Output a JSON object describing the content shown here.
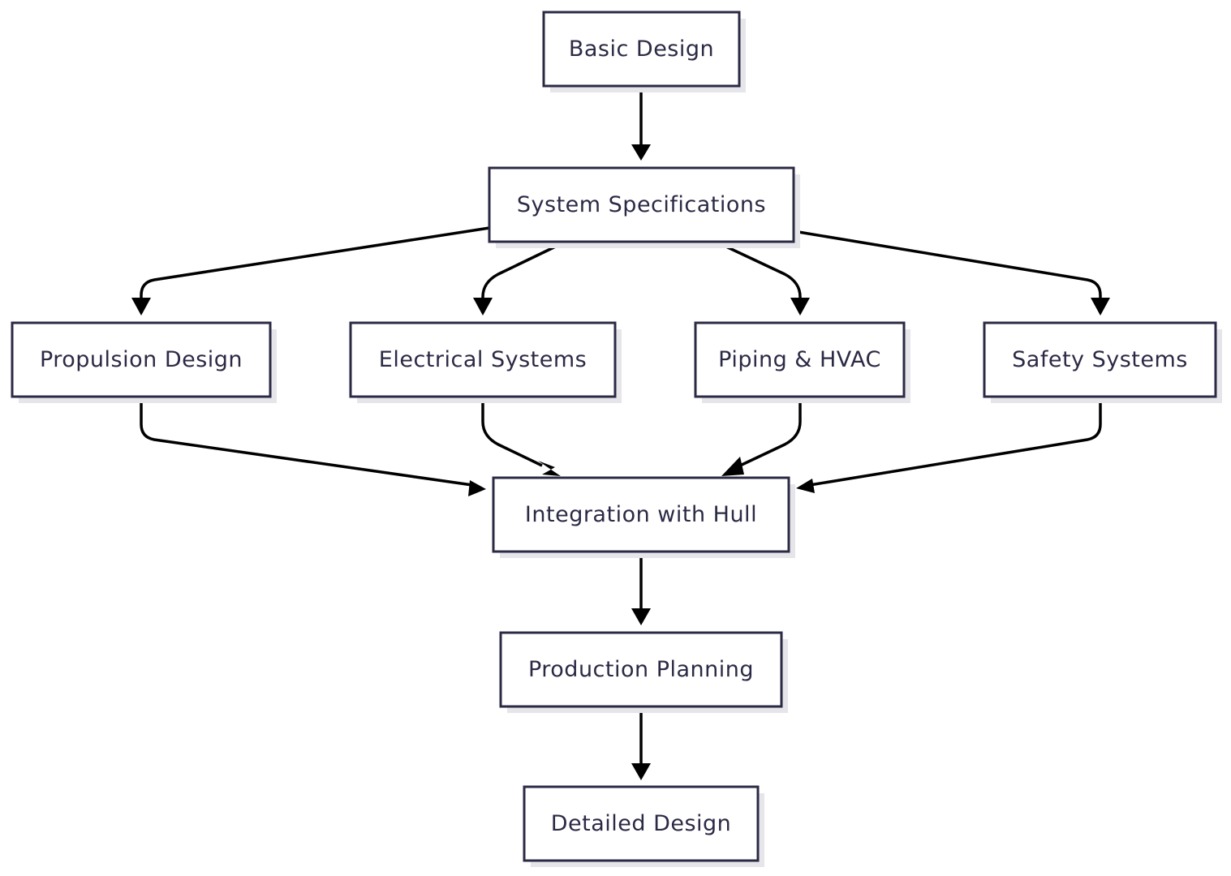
{
  "diagram": {
    "type": "flowchart",
    "colors": {
      "node_border": "#2b2a45",
      "node_text": "#2b2a45",
      "node_fill": "#ffffff",
      "shadow": "#e6e6ea",
      "edge": "#000000"
    },
    "nodes": [
      {
        "id": "basic",
        "label": "Basic Design"
      },
      {
        "id": "spec",
        "label": "System Specifications"
      },
      {
        "id": "prop",
        "label": "Propulsion Design"
      },
      {
        "id": "elec",
        "label": "Electrical Systems"
      },
      {
        "id": "pipe",
        "label": "Piping & HVAC"
      },
      {
        "id": "safe",
        "label": "Safety Systems"
      },
      {
        "id": "integ",
        "label": "Integration with Hull"
      },
      {
        "id": "prod",
        "label": "Production Planning"
      },
      {
        "id": "detail",
        "label": "Detailed Design"
      }
    ],
    "edges": [
      {
        "from": "basic",
        "to": "spec"
      },
      {
        "from": "spec",
        "to": "prop"
      },
      {
        "from": "spec",
        "to": "elec"
      },
      {
        "from": "spec",
        "to": "pipe"
      },
      {
        "from": "spec",
        "to": "safe"
      },
      {
        "from": "prop",
        "to": "integ"
      },
      {
        "from": "elec",
        "to": "integ"
      },
      {
        "from": "pipe",
        "to": "integ"
      },
      {
        "from": "safe",
        "to": "integ"
      },
      {
        "from": "integ",
        "to": "prod"
      },
      {
        "from": "prod",
        "to": "detail"
      }
    ]
  }
}
